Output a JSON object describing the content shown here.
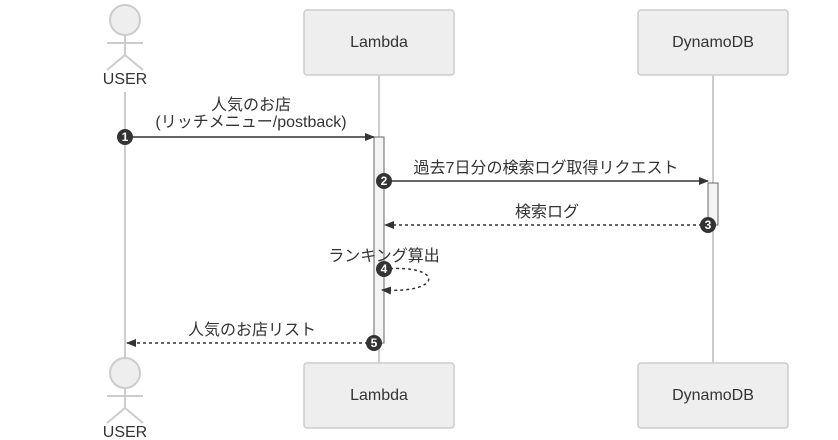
{
  "participants": [
    {
      "id": "user",
      "label": "USER",
      "kind": "actor"
    },
    {
      "id": "lambda",
      "label": "Lambda",
      "kind": "participant"
    },
    {
      "id": "dynamodb",
      "label": "DynamoDB",
      "kind": "participant"
    }
  ],
  "messages": [
    {
      "seq": "1",
      "from": "user",
      "to": "lambda",
      "style": "solid",
      "label_lines": [
        "人気のお店",
        "(リッチメニュー/postback)"
      ]
    },
    {
      "seq": "2",
      "from": "lambda",
      "to": "dynamodb",
      "style": "solid",
      "label_lines": [
        "過去7日分の検索ログ取得リクエスト"
      ]
    },
    {
      "seq": "3",
      "from": "dynamodb",
      "to": "lambda",
      "style": "dashed",
      "label_lines": [
        "検索ログ"
      ]
    },
    {
      "seq": "4",
      "from": "lambda",
      "to": "lambda",
      "style": "dashed",
      "label_lines": [
        "ランキング算出"
      ]
    },
    {
      "seq": "5",
      "from": "lambda",
      "to": "user",
      "style": "dashed",
      "label_lines": [
        "人気のお店リスト"
      ]
    }
  ],
  "colors": {
    "line": "#333333",
    "box_fill": "#eeeeee",
    "box_stroke": "#cccccc",
    "text": "#333333"
  }
}
